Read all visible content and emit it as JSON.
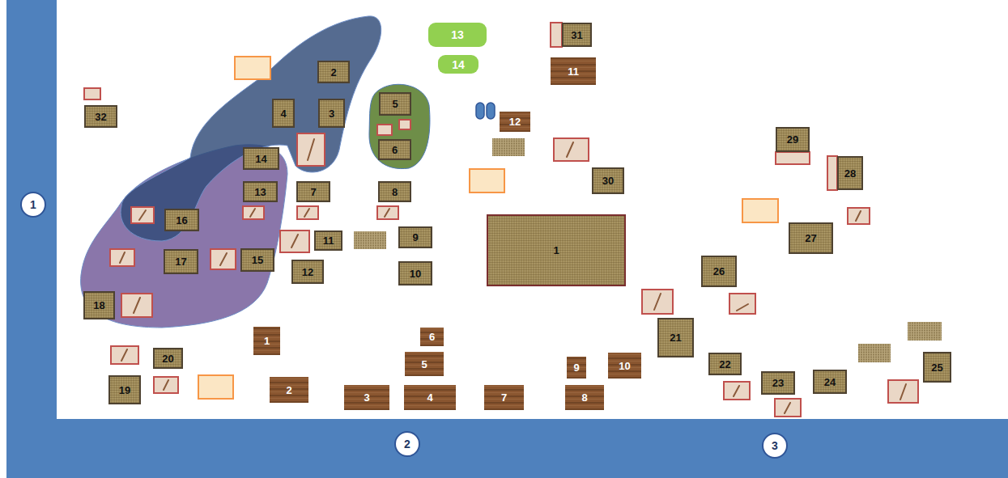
{
  "diagram": {
    "nodes": [
      {
        "text": [
          "13"
        ]
      },
      {
        "text": [
          "31"
        ]
      },
      {
        "text": [
          "14"
        ]
      },
      {
        "text": [
          "11"
        ]
      },
      {
        "text": [
          "2"
        ]
      },
      {
        "text": [
          "5"
        ]
      },
      {
        "text": [
          "4"
        ]
      },
      {
        "text": [
          "3"
        ]
      },
      {
        "text": [
          "32"
        ]
      },
      {
        "text": [
          "12"
        ]
      },
      {
        "text": [
          "29"
        ]
      },
      {
        "text": [
          "6"
        ]
      },
      {
        "text": [
          "14"
        ]
      },
      {
        "text": [
          "28"
        ]
      },
      {
        "text": [
          "30"
        ]
      },
      {
        "text": [
          "13"
        ]
      },
      {
        "text": [
          "7"
        ]
      },
      {
        "text": [
          "8"
        ]
      },
      {
        "text": [
          "1"
        ]
      },
      {
        "text": [
          "16"
        ]
      },
      {
        "text": [
          "1"
        ]
      },
      {
        "text": [
          "27"
        ]
      },
      {
        "text": [
          "9"
        ]
      },
      {
        "text": [
          "11"
        ]
      },
      {
        "text": [
          "17"
        ]
      },
      {
        "text": [
          "15"
        ]
      },
      {
        "text": [
          "26"
        ]
      },
      {
        "text": [
          "12"
        ]
      },
      {
        "text": [
          "10"
        ]
      },
      {
        "text": [
          "18"
        ]
      },
      {
        "text": [
          "21"
        ]
      },
      {
        "text": [
          "1"
        ]
      },
      {
        "text": [
          "6"
        ]
      },
      {
        "text": [
          "20"
        ]
      },
      {
        "text": [
          "25"
        ]
      },
      {
        "text": [
          "5"
        ]
      },
      {
        "text": [
          "22"
        ]
      },
      {
        "text": [
          "10"
        ]
      },
      {
        "text": [
          "9"
        ]
      },
      {
        "text": [
          "24"
        ]
      },
      {
        "text": [
          "23"
        ]
      },
      {
        "text": [
          "19"
        ]
      },
      {
        "text": [
          "2"
        ]
      },
      {
        "text": [
          "3"
        ]
      },
      {
        "text": [
          "4"
        ]
      },
      {
        "text": [
          "7"
        ]
      },
      {
        "text": [
          "8"
        ]
      },
      {
        "text": [
          "2"
        ]
      },
      {
        "text": [
          "3"
        ]
      }
    ]
  }
}
